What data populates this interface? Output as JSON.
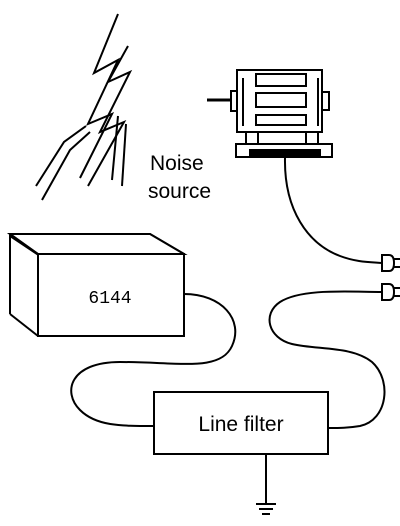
{
  "noise_label": {
    "line1": "Noise",
    "line2": "source"
  },
  "instrument": {
    "label": "6144"
  },
  "filter": {
    "label": "Line filter"
  },
  "icons": {
    "lightning": "lightning-bolt-icon",
    "motor": "motor-icon",
    "plug": "power-plug-icon",
    "ground": "ground-symbol-icon"
  },
  "colors": {
    "line": "#000000",
    "background": "#ffffff"
  }
}
